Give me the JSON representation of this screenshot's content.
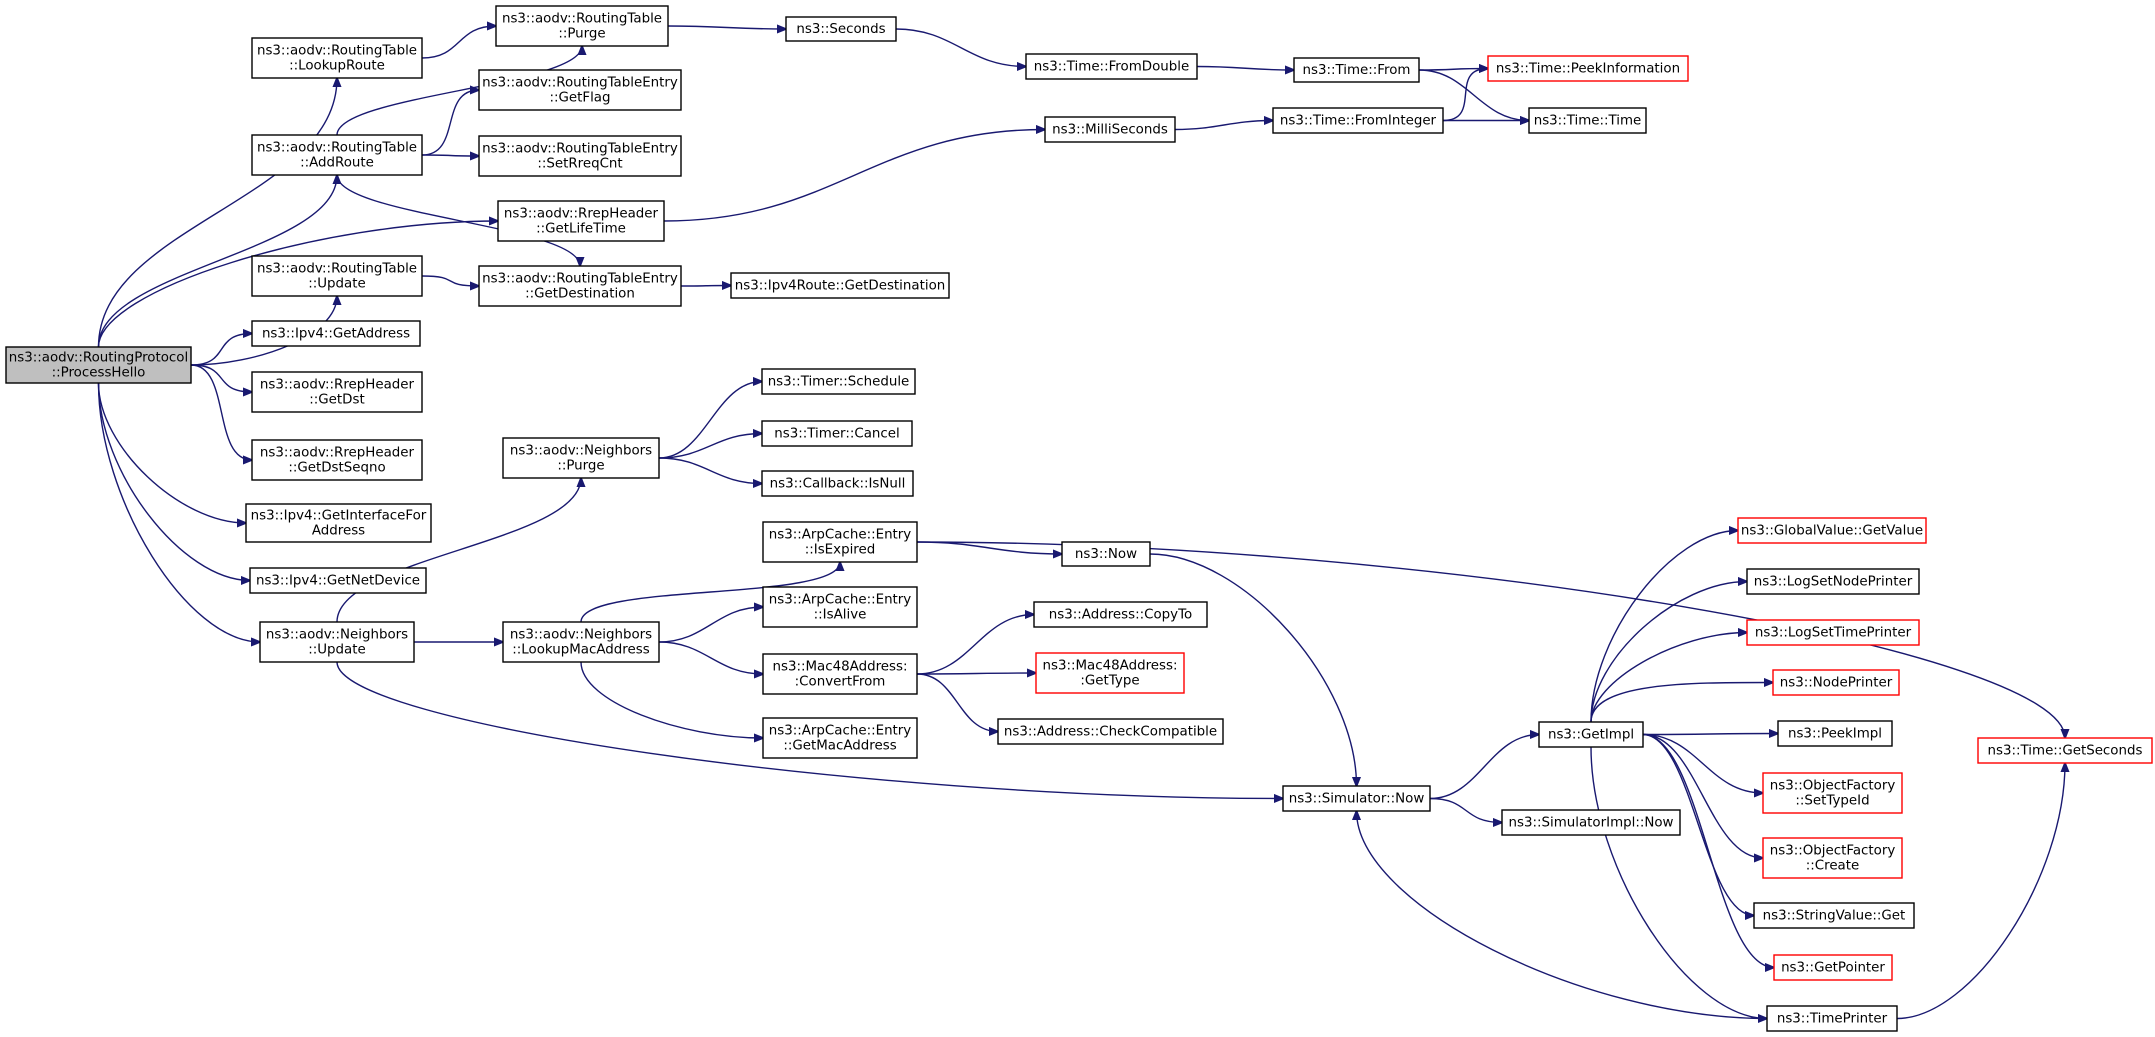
{
  "diagram": {
    "colors": {
      "edge": "#191970",
      "node_border": "#000000",
      "truncated_border": "#ff0000",
      "root_fill": "#bfbfbf",
      "node_fill": "#ffffff"
    },
    "nodes": [
      {
        "id": "processHello",
        "lines": [
          "ns3::aodv::RoutingProtocol",
          "::ProcessHello"
        ],
        "root": true
      },
      {
        "id": "rtLookupRoute",
        "lines": [
          "ns3::aodv::RoutingTable",
          "::LookupRoute"
        ]
      },
      {
        "id": "rtAddRoute",
        "lines": [
          "ns3::aodv::RoutingTable",
          "::AddRoute"
        ]
      },
      {
        "id": "rtUpdate",
        "lines": [
          "ns3::aodv::RoutingTable",
          "::Update"
        ]
      },
      {
        "id": "ipv4GetAddress",
        "lines": [
          "ns3::Ipv4::GetAddress"
        ]
      },
      {
        "id": "rrepGetDst",
        "lines": [
          "ns3::aodv::RrepHeader",
          "::GetDst"
        ]
      },
      {
        "id": "rrepGetDstSeqno",
        "lines": [
          "ns3::aodv::RrepHeader",
          "::GetDstSeqno"
        ]
      },
      {
        "id": "ipv4GetIfaceForAddr",
        "lines": [
          "ns3::Ipv4::GetInterfaceFor",
          "Address"
        ]
      },
      {
        "id": "ipv4GetNetDevice",
        "lines": [
          "ns3::Ipv4::GetNetDevice"
        ]
      },
      {
        "id": "nbUpdate",
        "lines": [
          "ns3::aodv::Neighbors",
          "::Update"
        ]
      },
      {
        "id": "rtPurge",
        "lines": [
          "ns3::aodv::RoutingTable",
          "::Purge"
        ]
      },
      {
        "id": "rteGetFlag",
        "lines": [
          "ns3::aodv::RoutingTableEntry",
          "::GetFlag"
        ]
      },
      {
        "id": "rteSetRreqCnt",
        "lines": [
          "ns3::aodv::RoutingTableEntry",
          "::SetRreqCnt"
        ]
      },
      {
        "id": "rrepGetLifeTime",
        "lines": [
          "ns3::aodv::RrepHeader",
          "::GetLifeTime"
        ]
      },
      {
        "id": "rteGetDestination",
        "lines": [
          "ns3::aodv::RoutingTableEntry",
          "::GetDestination"
        ]
      },
      {
        "id": "nbPurge",
        "lines": [
          "ns3::aodv::Neighbors",
          "::Purge"
        ]
      },
      {
        "id": "nbLookupMac",
        "lines": [
          "ns3::aodv::Neighbors",
          "::LookupMacAddress"
        ]
      },
      {
        "id": "seconds",
        "lines": [
          "ns3::Seconds"
        ]
      },
      {
        "id": "ipv4RouteGetDest",
        "lines": [
          "ns3::Ipv4Route::GetDestination"
        ]
      },
      {
        "id": "timerSchedule",
        "lines": [
          "ns3::Timer::Schedule"
        ]
      },
      {
        "id": "timerCancel",
        "lines": [
          "ns3::Timer::Cancel"
        ]
      },
      {
        "id": "callbackIsNull",
        "lines": [
          "ns3::Callback::IsNull"
        ]
      },
      {
        "id": "arpIsExpired",
        "lines": [
          "ns3::ArpCache::Entry",
          "::IsExpired"
        ]
      },
      {
        "id": "arpIsAlive",
        "lines": [
          "ns3::ArpCache::Entry",
          "::IsAlive"
        ]
      },
      {
        "id": "macConvertFrom",
        "lines": [
          "ns3::Mac48Address:",
          ":ConvertFrom"
        ]
      },
      {
        "id": "arpGetMac",
        "lines": [
          "ns3::ArpCache::Entry",
          "::GetMacAddress"
        ]
      },
      {
        "id": "timeFromDouble",
        "lines": [
          "ns3::Time::FromDouble"
        ]
      },
      {
        "id": "milliSeconds",
        "lines": [
          "ns3::MilliSeconds"
        ]
      },
      {
        "id": "now",
        "lines": [
          "ns3::Now"
        ]
      },
      {
        "id": "addrCopyTo",
        "lines": [
          "ns3::Address::CopyTo"
        ]
      },
      {
        "id": "macGetType",
        "lines": [
          "ns3::Mac48Address:",
          ":GetType"
        ],
        "truncated": true
      },
      {
        "id": "addrCheckCompat",
        "lines": [
          "ns3::Address::CheckCompatible"
        ]
      },
      {
        "id": "simulatorNow",
        "lines": [
          "ns3::Simulator::Now"
        ]
      },
      {
        "id": "timeFrom",
        "lines": [
          "ns3::Time::From"
        ]
      },
      {
        "id": "timeFromInteger",
        "lines": [
          "ns3::Time::FromInteger"
        ]
      },
      {
        "id": "getImpl",
        "lines": [
          "ns3::GetImpl"
        ]
      },
      {
        "id": "simImplNow",
        "lines": [
          "ns3::SimulatorImpl::Now"
        ]
      },
      {
        "id": "timePeekInfo",
        "lines": [
          "ns3::Time::PeekInformation"
        ],
        "truncated": true
      },
      {
        "id": "timeTime",
        "lines": [
          "ns3::Time::Time"
        ]
      },
      {
        "id": "globalValueGetValue",
        "lines": [
          "ns3::GlobalValue::GetValue"
        ],
        "truncated": true
      },
      {
        "id": "logSetNodePrinter",
        "lines": [
          "ns3::LogSetNodePrinter"
        ]
      },
      {
        "id": "logSetTimePrinter",
        "lines": [
          "ns3::LogSetTimePrinter"
        ],
        "truncated": true
      },
      {
        "id": "nodePrinter",
        "lines": [
          "ns3::NodePrinter"
        ],
        "truncated": true
      },
      {
        "id": "peekImpl",
        "lines": [
          "ns3::PeekImpl"
        ]
      },
      {
        "id": "ofSetTypeId",
        "lines": [
          "ns3::ObjectFactory",
          "::SetTypeId"
        ],
        "truncated": true
      },
      {
        "id": "ofCreate",
        "lines": [
          "ns3::ObjectFactory",
          "::Create"
        ],
        "truncated": true
      },
      {
        "id": "stringValueGet",
        "lines": [
          "ns3::StringValue::Get"
        ]
      },
      {
        "id": "getPointer",
        "lines": [
          "ns3::GetPointer"
        ],
        "truncated": true
      },
      {
        "id": "timePrinter",
        "lines": [
          "ns3::TimePrinter"
        ]
      },
      {
        "id": "timeGetSeconds",
        "lines": [
          "ns3::Time::GetSeconds"
        ],
        "truncated": true
      }
    ],
    "edges": [
      [
        "processHello",
        "rtLookupRoute"
      ],
      [
        "processHello",
        "rtAddRoute"
      ],
      [
        "processHello",
        "rrepGetLifeTime"
      ],
      [
        "processHello",
        "rtUpdate"
      ],
      [
        "processHello",
        "ipv4GetAddress"
      ],
      [
        "processHello",
        "rrepGetDst"
      ],
      [
        "processHello",
        "rrepGetDstSeqno"
      ],
      [
        "processHello",
        "ipv4GetIfaceForAddr"
      ],
      [
        "processHello",
        "ipv4GetNetDevice"
      ],
      [
        "processHello",
        "nbUpdate"
      ],
      [
        "rtLookupRoute",
        "rtPurge"
      ],
      [
        "rtAddRoute",
        "rtPurge"
      ],
      [
        "rtAddRoute",
        "rteGetFlag"
      ],
      [
        "rtAddRoute",
        "rteSetRreqCnt"
      ],
      [
        "rtAddRoute",
        "rteGetDestination"
      ],
      [
        "rtUpdate",
        "rteGetDestination"
      ],
      [
        "rtPurge",
        "seconds"
      ],
      [
        "seconds",
        "timeFromDouble"
      ],
      [
        "timeFromDouble",
        "timeFrom"
      ],
      [
        "timeFrom",
        "timePeekInfo"
      ],
      [
        "timeFrom",
        "timeTime"
      ],
      [
        "rrepGetLifeTime",
        "milliSeconds"
      ],
      [
        "milliSeconds",
        "timeFromInteger"
      ],
      [
        "timeFromInteger",
        "timePeekInfo"
      ],
      [
        "timeFromInteger",
        "timeTime"
      ],
      [
        "rteGetDestination",
        "ipv4RouteGetDest"
      ],
      [
        "nbUpdate",
        "nbPurge"
      ],
      [
        "nbUpdate",
        "nbLookupMac"
      ],
      [
        "nbUpdate",
        "simulatorNow"
      ],
      [
        "nbPurge",
        "timerSchedule"
      ],
      [
        "nbPurge",
        "timerCancel"
      ],
      [
        "nbPurge",
        "callbackIsNull"
      ],
      [
        "nbLookupMac",
        "arpIsExpired"
      ],
      [
        "nbLookupMac",
        "arpIsAlive"
      ],
      [
        "nbLookupMac",
        "macConvertFrom"
      ],
      [
        "nbLookupMac",
        "arpGetMac"
      ],
      [
        "arpIsExpired",
        "now"
      ],
      [
        "arpIsExpired",
        "timeGetSeconds"
      ],
      [
        "macConvertFrom",
        "addrCopyTo"
      ],
      [
        "macConvertFrom",
        "macGetType"
      ],
      [
        "macConvertFrom",
        "addrCheckCompat"
      ],
      [
        "now",
        "simulatorNow"
      ],
      [
        "simulatorNow",
        "getImpl"
      ],
      [
        "simulatorNow",
        "simImplNow"
      ],
      [
        "getImpl",
        "globalValueGetValue"
      ],
      [
        "getImpl",
        "logSetNodePrinter"
      ],
      [
        "getImpl",
        "logSetTimePrinter"
      ],
      [
        "getImpl",
        "nodePrinter"
      ],
      [
        "getImpl",
        "peekImpl"
      ],
      [
        "getImpl",
        "ofSetTypeId"
      ],
      [
        "getImpl",
        "ofCreate"
      ],
      [
        "getImpl",
        "stringValueGet"
      ],
      [
        "getImpl",
        "getPointer"
      ],
      [
        "getImpl",
        "timePrinter"
      ],
      [
        "timePrinter",
        "simulatorNow"
      ],
      [
        "timePrinter",
        "timeGetSeconds"
      ]
    ]
  }
}
